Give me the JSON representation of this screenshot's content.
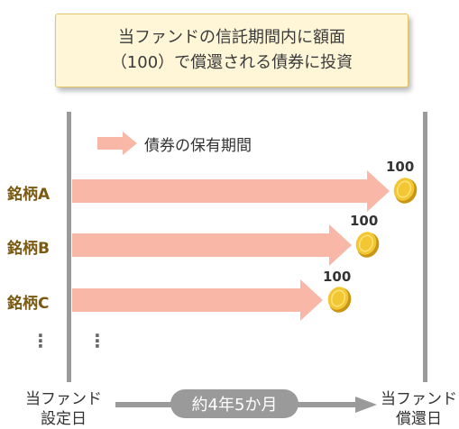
{
  "callout": {
    "line1": "当ファンドの信託期間内に額面",
    "line2": "（100）で償還される債券に投資"
  },
  "legend": {
    "label": "債券の保有期間"
  },
  "bonds": [
    {
      "label": "銘柄A",
      "value": "100"
    },
    {
      "label": "銘柄B",
      "value": "100"
    },
    {
      "label": "銘柄C",
      "value": "100"
    }
  ],
  "ellipsis": "⋮",
  "timeline": {
    "start_line1": "当ファンド",
    "start_line2": "設定日",
    "duration": "約4年5か月",
    "end_line1": "当ファンド",
    "end_line2": "償還日"
  },
  "colors": {
    "arrow": "#f9b7a7",
    "callout_bg": "#fff6d8",
    "callout_border": "#e3c468",
    "label": "#7a5a12",
    "timeline": "#9a9a9a",
    "coin": "#e8b820"
  }
}
